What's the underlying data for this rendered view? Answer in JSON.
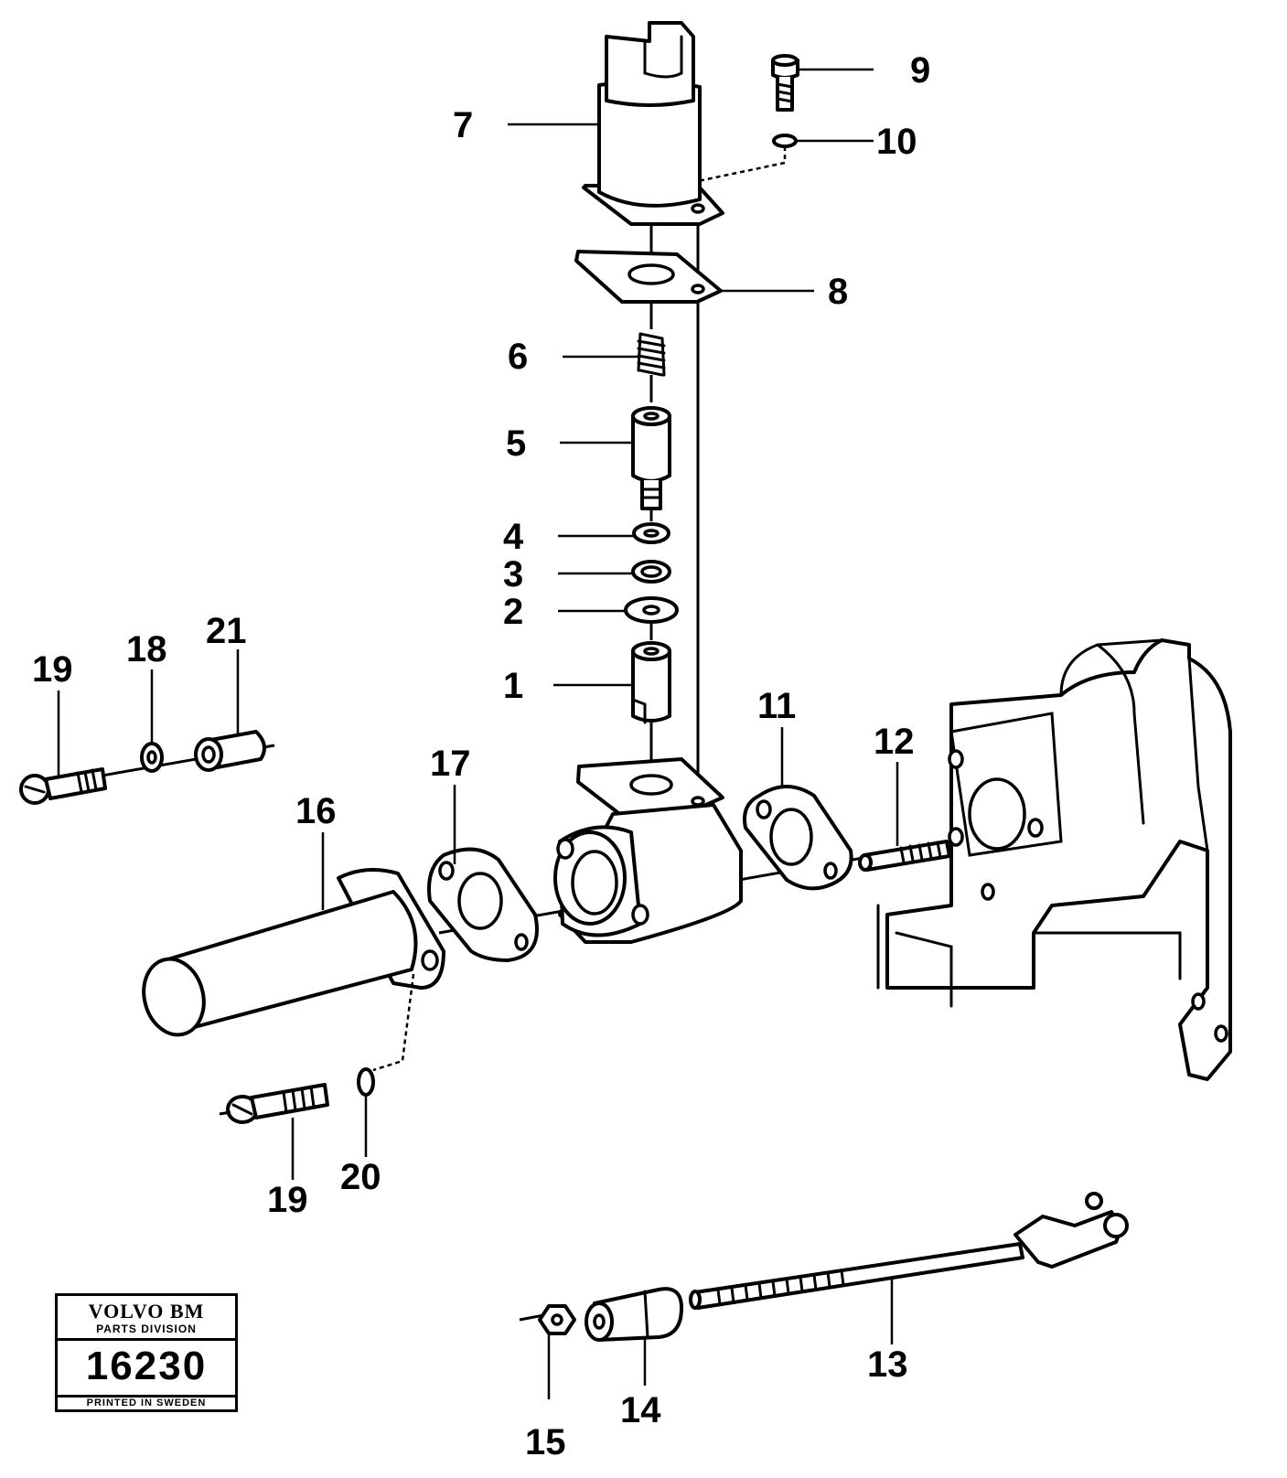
{
  "diagram": {
    "callouts": [
      "1",
      "2",
      "3",
      "4",
      "5",
      "6",
      "7",
      "8",
      "9",
      "10",
      "11",
      "12",
      "13",
      "14",
      "15",
      "16",
      "17",
      "18",
      "19",
      "19",
      "20",
      "21"
    ],
    "stamp": {
      "brand": "VOLVO BM",
      "division": "PARTS DIVISION",
      "number": "16230",
      "printed": "PRINTED IN SWEDEN"
    }
  }
}
